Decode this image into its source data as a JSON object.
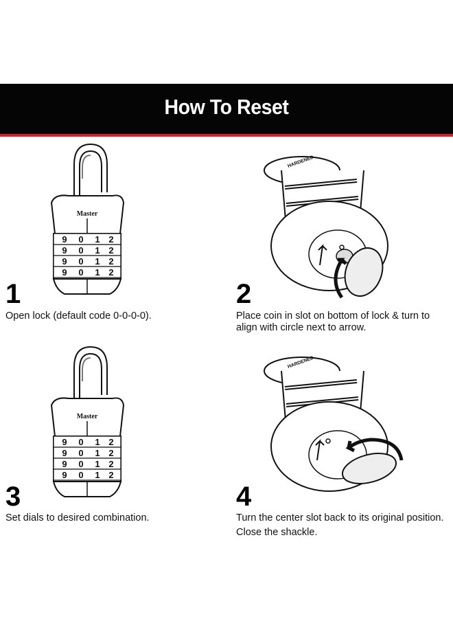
{
  "header": {
    "title": "How To Reset"
  },
  "lock": {
    "brand": "Master",
    "dial_digits": [
      "9",
      "0",
      "1",
      "2"
    ],
    "shackle_text": "HARDENED"
  },
  "steps": [
    {
      "number": "1",
      "text": "Open lock (default code 0-0-0-0)."
    },
    {
      "number": "2",
      "text_line1": "Place coin in slot on bottom of lock & turn to",
      "text_line2": "align with circle next to arrow."
    },
    {
      "number": "3",
      "text": "Set dials to desired combination."
    },
    {
      "number": "4",
      "text_line1": "Turn the center slot back to its original position.",
      "text_line2": "Close the shackle."
    }
  ],
  "colors": {
    "banner": "#050505",
    "accent": "#d4212c",
    "text": "#111111"
  }
}
